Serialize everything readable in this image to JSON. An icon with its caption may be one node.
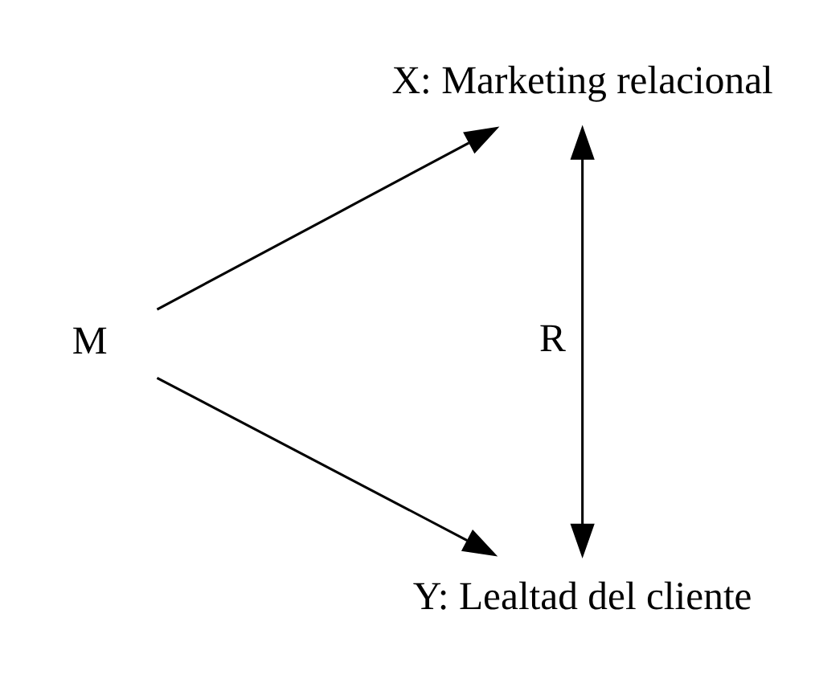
{
  "diagram": {
    "nodes": [
      {
        "text": [
          "M"
        ]
      },
      {
        "text": [
          "X: Marketing relacional"
        ]
      },
      {
        "text": [
          "Y: Lealtad del cliente"
        ]
      }
    ],
    "edges": [
      {
        "from": 0,
        "to": 1,
        "arrow": "to"
      },
      {
        "from": 0,
        "to": 2,
        "arrow": "to"
      },
      {
        "from": 1,
        "to": 2,
        "arrow": "both",
        "label": "R"
      }
    ]
  }
}
